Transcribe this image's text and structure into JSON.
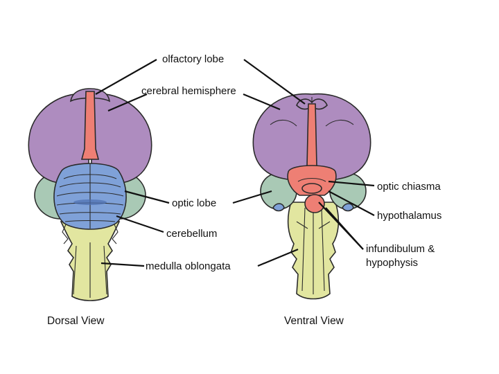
{
  "labels": {
    "olfactory_lobe": "olfactory lobe",
    "cerebral_hemisphere": "cerebral hemisphere",
    "optic_lobe": "optic lobe",
    "cerebellum": "cerebellum",
    "medulla_oblongata": "medulla oblongata",
    "optic_chiasma": "optic chiasma",
    "hypothalamus": "hypothalamus",
    "infundibulum_line1": "infundibulum &",
    "infundibulum_line2": "hypophysis"
  },
  "views": {
    "dorsal": "Dorsal View",
    "ventral": "Ventral View"
  },
  "colors": {
    "cerebrum": "#ae8cbf",
    "optic_lobe": "#a9c9b5",
    "cerebellum": "#7fa1d8",
    "medulla": "#e2e6a0",
    "brainstem_olive": "#c5c98a",
    "red_structures": "#ee7f74",
    "outline": "#2a2a2a"
  }
}
